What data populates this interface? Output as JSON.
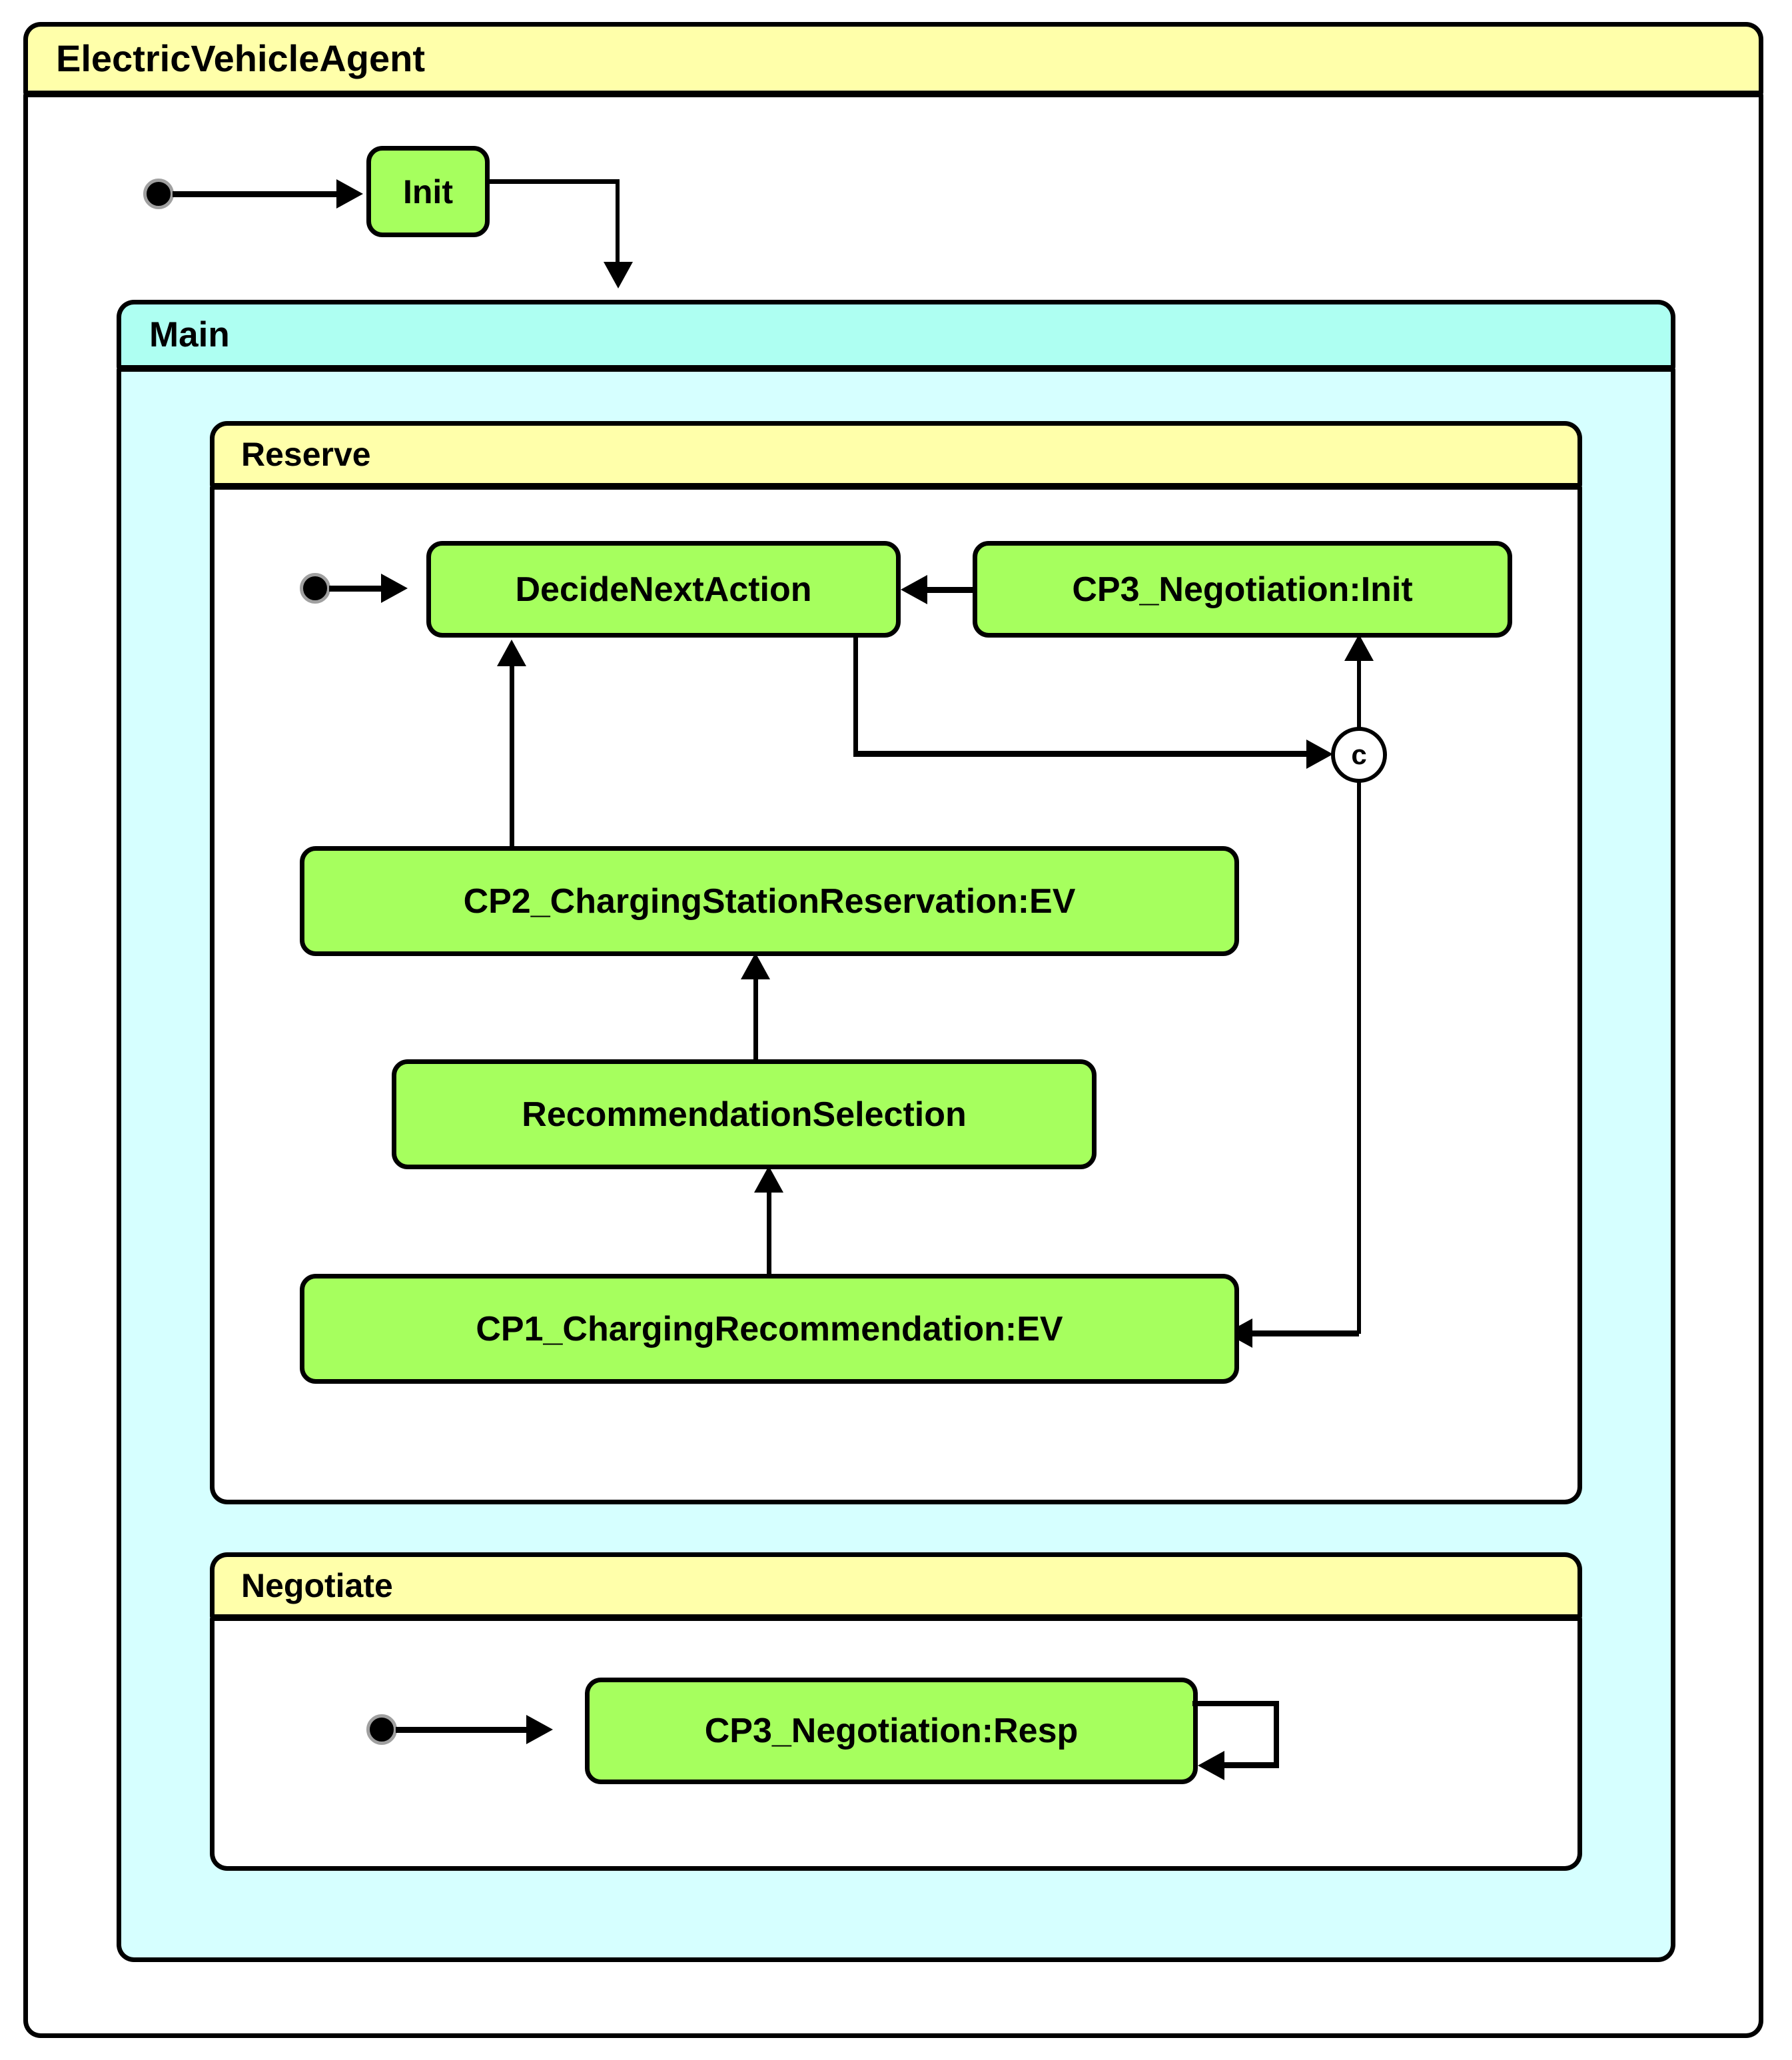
{
  "diagram": {
    "type": "uml-state-machine",
    "root": {
      "name": "ElectricVehicleAgent",
      "header_color": "#ffffaa",
      "body_color": "#ffffff"
    },
    "regions": [
      {
        "name": "Main",
        "header_color": "#aefff2",
        "body_color": "#d6ffff"
      },
      {
        "name": "Reserve",
        "header_color": "#ffffaa",
        "body_color": "#ffffff"
      },
      {
        "name": "Negotiate",
        "header_color": "#ffffaa",
        "body_color": "#ffffff"
      }
    ],
    "states": [
      {
        "id": "init",
        "label": "Init",
        "fill": "#a6ff5e"
      },
      {
        "id": "decide_next_action",
        "label": "DecideNextAction",
        "fill": "#a6ff5e"
      },
      {
        "id": "cp3_init",
        "label": "CP3_Negotiation:Init",
        "fill": "#a6ff5e"
      },
      {
        "id": "cp2_reservation",
        "label": "CP2_ChargingStationReservation:EV",
        "fill": "#a6ff5e"
      },
      {
        "id": "recommendation_sel",
        "label": "RecommendationSelection",
        "fill": "#a6ff5e"
      },
      {
        "id": "cp1_recommendation",
        "label": "CP1_ChargingRecommendation:EV",
        "fill": "#a6ff5e"
      },
      {
        "id": "cp3_resp",
        "label": "CP3_Negotiation:Resp",
        "fill": "#a6ff5e"
      }
    ],
    "pseudostates": [
      {
        "id": "initial_root",
        "kind": "initial",
        "fill": "#000000",
        "ring": "#a0a0a0"
      },
      {
        "id": "initial_reserve",
        "kind": "initial",
        "fill": "#000000",
        "ring": "#a0a0a0"
      },
      {
        "id": "initial_negotiate",
        "kind": "initial",
        "fill": "#000000",
        "ring": "#a0a0a0"
      },
      {
        "id": "choice_c",
        "kind": "choice",
        "label": "c",
        "fill": "#ffffff",
        "border": "#000000"
      }
    ],
    "transitions": [
      {
        "from": "initial_root",
        "to": "init"
      },
      {
        "from": "init",
        "to": "Main"
      },
      {
        "from": "initial_reserve",
        "to": "decide_next_action"
      },
      {
        "from": "cp3_init",
        "to": "decide_next_action"
      },
      {
        "from": "decide_next_action",
        "to": "choice_c"
      },
      {
        "from": "choice_c",
        "to": "cp3_init"
      },
      {
        "from": "choice_c",
        "to": "cp1_recommendation"
      },
      {
        "from": "cp1_recommendation",
        "to": "recommendation_sel"
      },
      {
        "from": "recommendation_sel",
        "to": "cp2_reservation"
      },
      {
        "from": "cp2_reservation",
        "to": "decide_next_action"
      },
      {
        "from": "initial_negotiate",
        "to": "cp3_resp"
      },
      {
        "from": "cp3_resp",
        "to": "cp3_resp"
      }
    ]
  }
}
